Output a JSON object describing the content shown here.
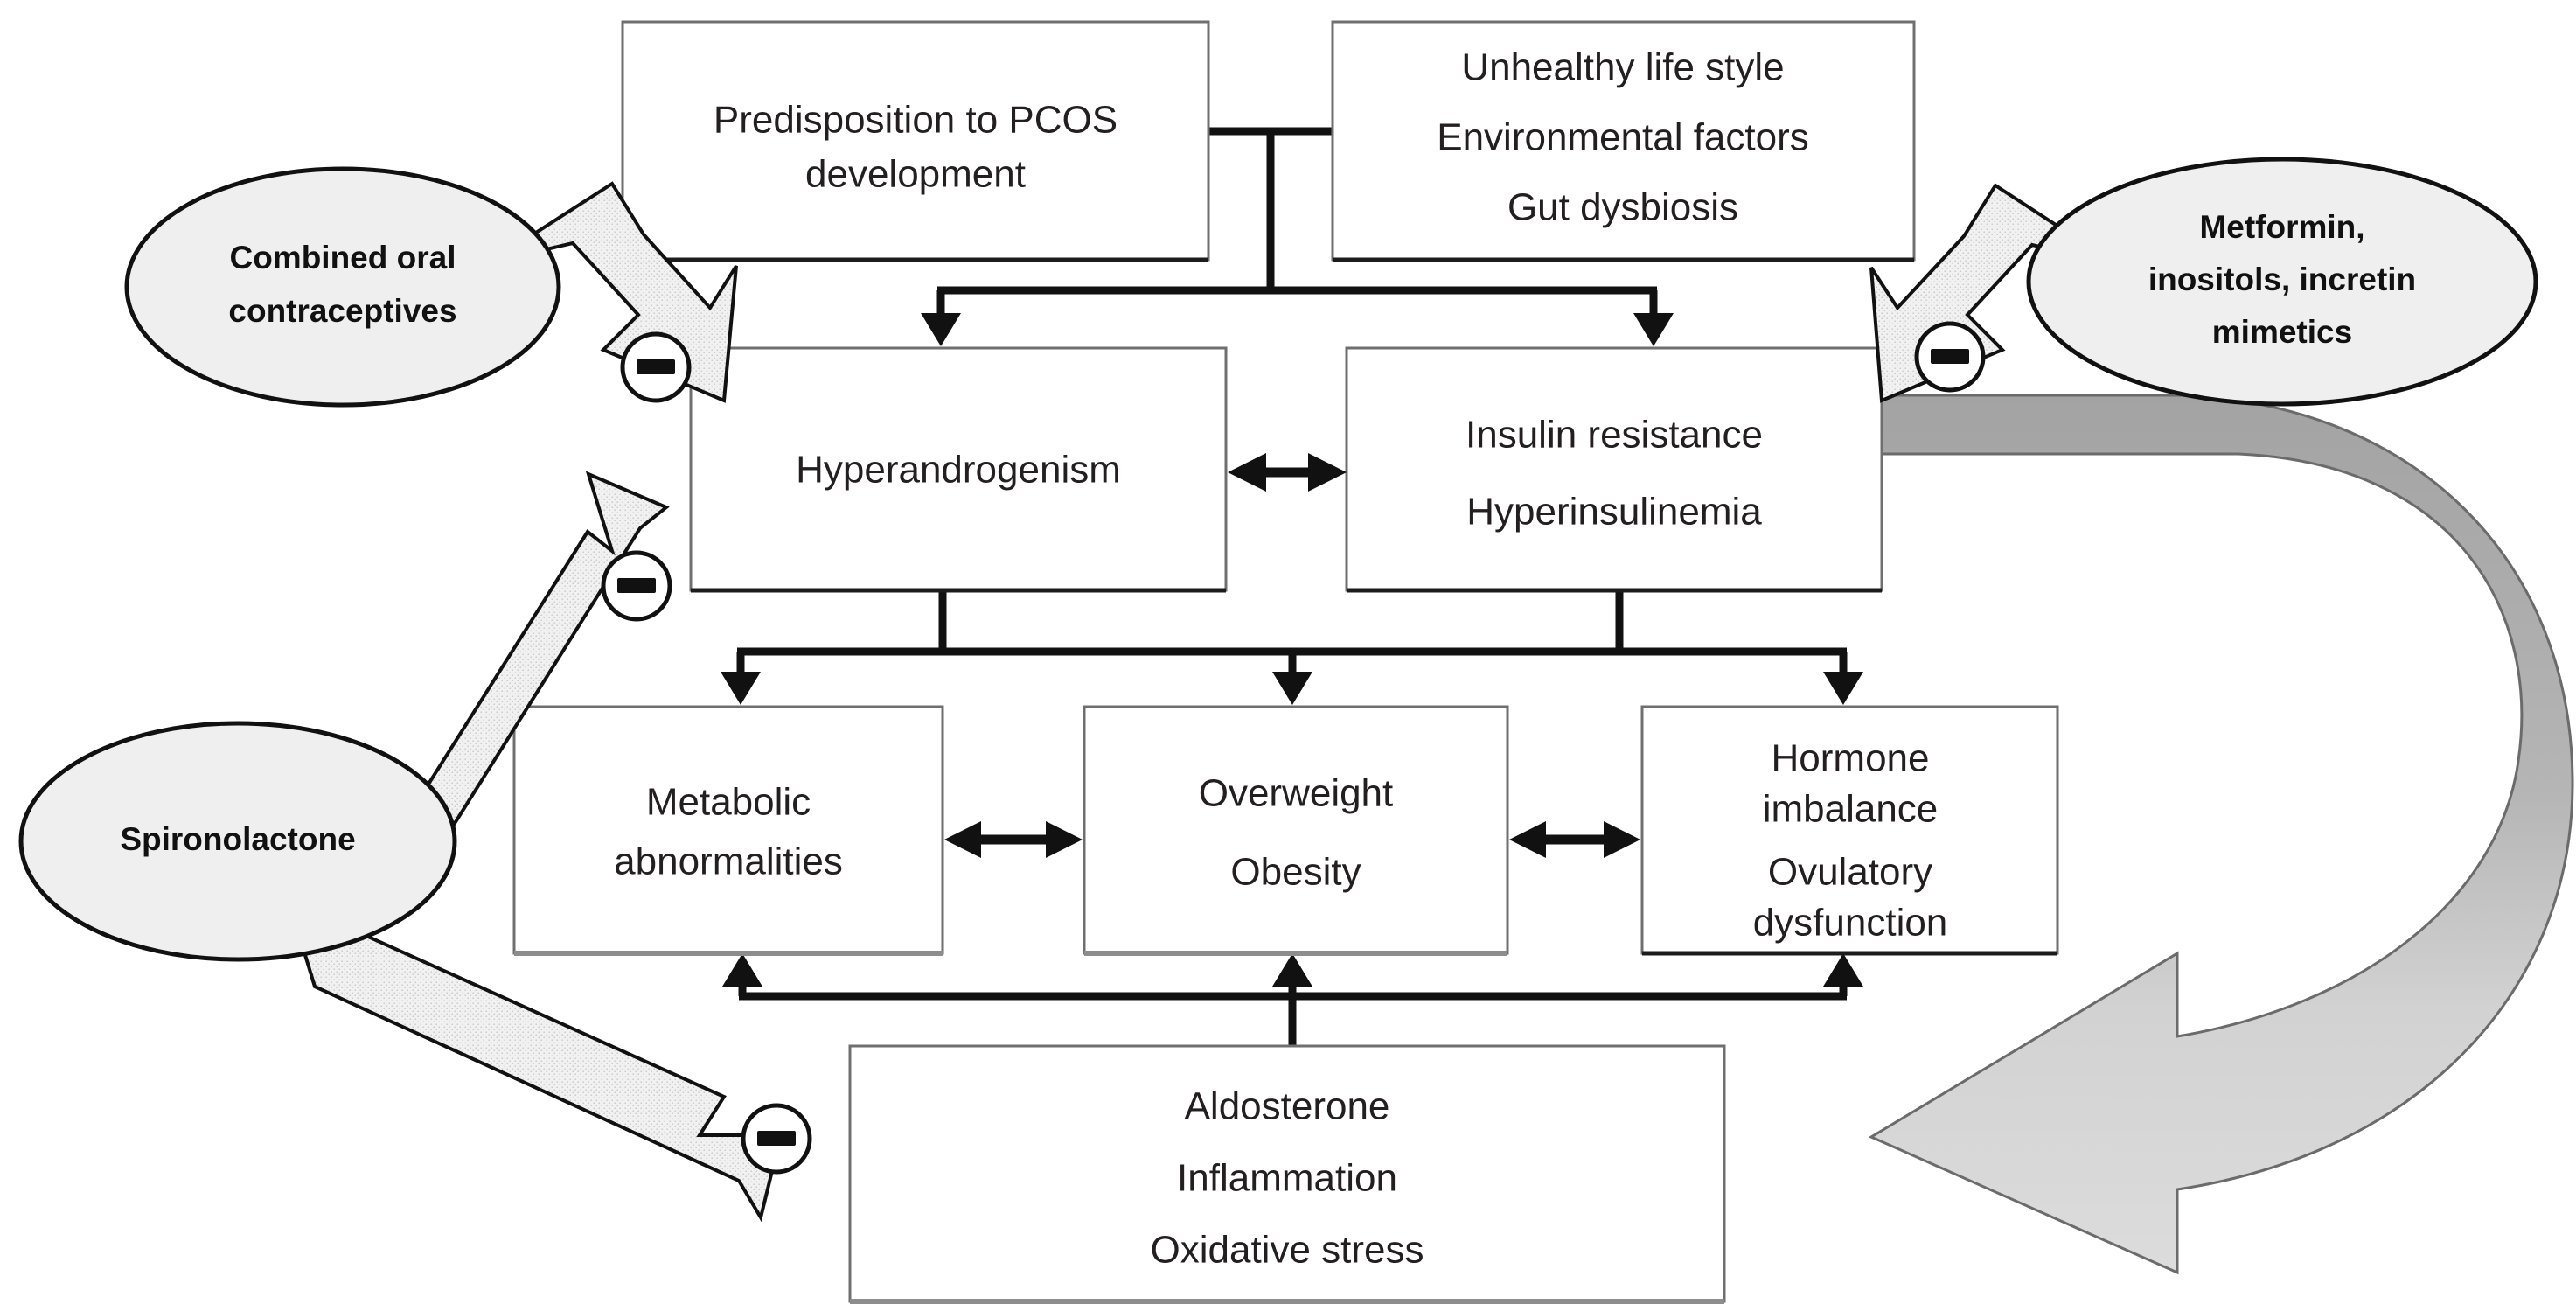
{
  "figure": {
    "title": "PCOS pathophysiology and pharmacological targets flowchart",
    "type": "flowchart",
    "background_color": "#ffffff"
  },
  "colors": {
    "box_fill": "#ffffff",
    "box_stroke": "#6f6f6f",
    "text": "#231f20",
    "ellipse_fill": "#efefef",
    "ellipse_stroke": "#111111",
    "block_arrow_fill": "#efefef",
    "curved_arrow_dark": "#a8a8a8",
    "curved_arrow_light": "#d9d9d9",
    "connector": "#111111"
  },
  "boxes": {
    "predisposition": {
      "lines": [
        "Predisposition to PCOS",
        "development"
      ]
    },
    "external_factors": {
      "lines": [
        "Unhealthy life style",
        "Environmental factors",
        "Gut dysbiosis"
      ]
    },
    "hyperandrogenism": {
      "lines": [
        "Hyperandrogenism"
      ]
    },
    "insulin": {
      "lines": [
        "Insulin resistance",
        "Hyperinsulinemia"
      ]
    },
    "metabolic": {
      "lines": [
        "Metabolic",
        "abnormalities"
      ]
    },
    "overweight": {
      "lines": [
        "Overweight",
        "Obesity"
      ]
    },
    "hormone": {
      "lines": [
        "Hormone",
        "imbalance",
        "Ovulatory",
        "dysfunction"
      ]
    },
    "aldosterone": {
      "lines": [
        "Aldosterone",
        "Inflammation",
        "Oxidative stress"
      ]
    }
  },
  "drug_nodes": {
    "coc": {
      "lines": [
        "Combined oral",
        "contraceptives"
      ],
      "effect": "inhibition",
      "effect_symbol": "−",
      "target": "hyperandrogenism"
    },
    "spironolactone": {
      "lines": [
        "Spironolactone"
      ],
      "effect": "inhibition",
      "effect_symbol": "−",
      "targets": [
        "hyperandrogenism",
        "aldosterone"
      ]
    },
    "insulin_sensitizers": {
      "lines": [
        "Metformin,",
        "inositols, incretin",
        "mimetics"
      ],
      "effect": "inhibition",
      "effect_symbol": "−",
      "target": "insulin"
    }
  },
  "relations": {
    "bidirectional_pairs": [
      [
        "hyperandrogenism",
        "insulin"
      ],
      [
        "metabolic",
        "overweight"
      ],
      [
        "overweight",
        "hormone"
      ]
    ],
    "feedback_loop": {
      "from": "aldosterone",
      "to": [
        "metabolic",
        "overweight",
        "hormone"
      ]
    },
    "vicious_cycle_arrow": {
      "from": "insulin",
      "direction": "clockwise-return",
      "style": "curved-block-arrow"
    }
  }
}
